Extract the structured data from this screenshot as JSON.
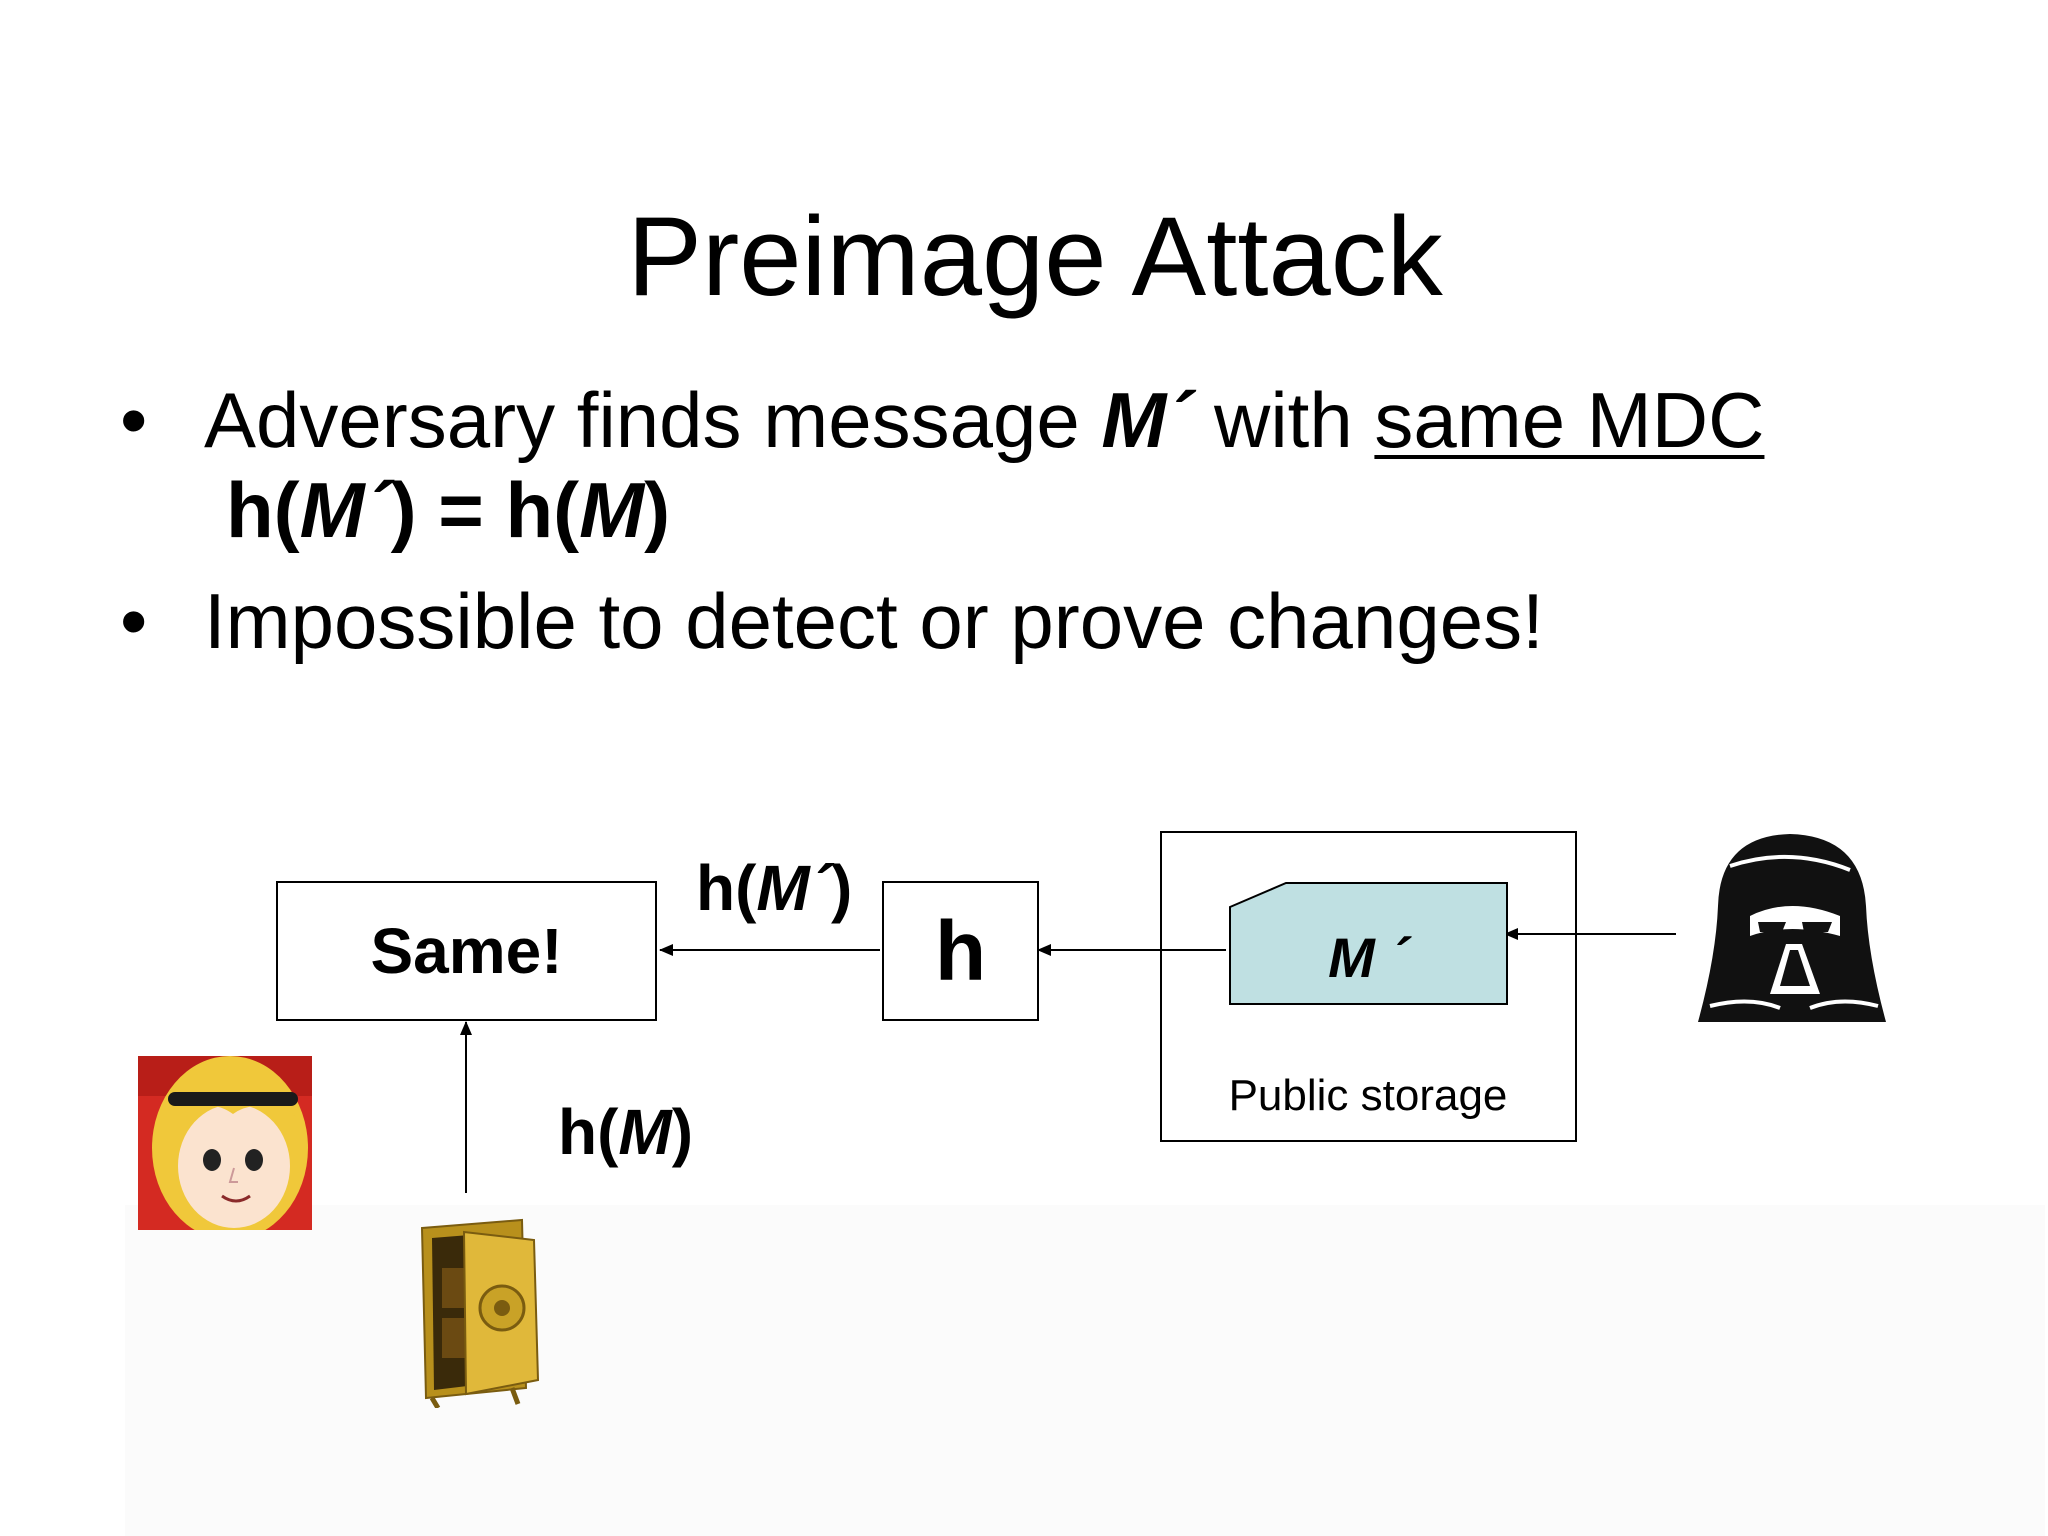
{
  "title": "Preimage Attack",
  "bullets": {
    "b1": {
      "pre": "Adversary finds message ",
      "m_prime": "M´",
      "mid": " with ",
      "underlined": "same MDC"
    },
    "b1_formula": {
      "h1": "h(",
      "m1": "M´",
      "eq": ") = h(",
      "m2": "M",
      "close": ")"
    },
    "b2": "Impossible to detect or prove changes!",
    "bullet_glyph": "•"
  },
  "diagram": {
    "same_box": "Same!",
    "h_box": "h",
    "hm_prime_label": {
      "pre": "h(",
      "m": "M´",
      "post": ")"
    },
    "hm_label": {
      "pre": "h(",
      "m": "M",
      "post": ")"
    },
    "message": "M ´",
    "public_storage": "Public storage",
    "colors": {
      "message_fill": "#bfe0e2",
      "alice_bg": "#d42a22",
      "hair": "#f0c83a",
      "safe": "#c9a227"
    },
    "icons": [
      "alice-icon",
      "vault-safe-icon",
      "darth-vader-icon"
    ]
  }
}
